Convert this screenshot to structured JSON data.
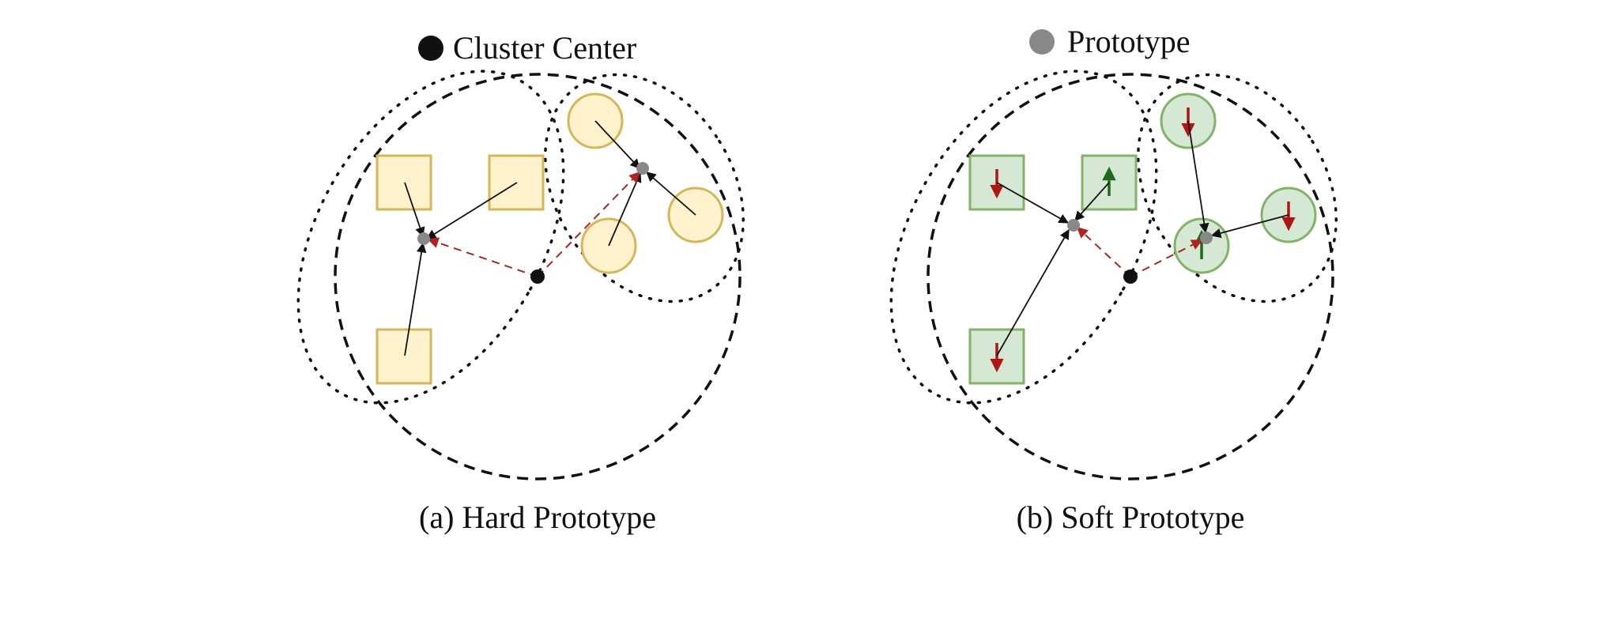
{
  "legend": {
    "cluster_center_label": "Cluster Center",
    "prototype_label": "Prototype"
  },
  "captions": {
    "hard": "(a) Hard Prototype",
    "soft": "(b) Soft Prototype"
  },
  "colors": {
    "hard_fill": "#FFF2CC",
    "hard_stroke": "#D6B656",
    "soft_fill": "#D5E8D4",
    "soft_stroke": "#82B366",
    "cluster_center": "#111111",
    "prototype": "#888888",
    "dashed_link": "#B22222",
    "up_arrow": "#1E6B1E",
    "down_arrow": "#B01515"
  }
}
